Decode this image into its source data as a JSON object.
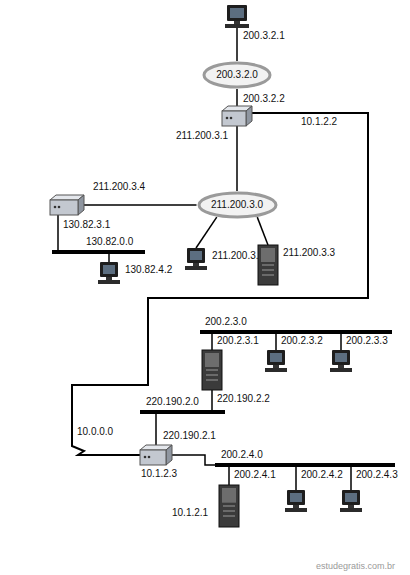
{
  "diagram": {
    "nodes": [
      {
        "text": [
          "200.3.2.1"
        ]
      },
      {
        "text": [
          "200.3.2.0"
        ]
      },
      {
        "text": [
          "200.3.2.2",
          "211.200.3.1",
          "10.1.2.2"
        ]
      },
      {
        "text": [
          "211.200.3.0"
        ]
      },
      {
        "text": [
          "211.200.3.4",
          "130.82.3.1"
        ]
      },
      {
        "text": [
          "130.82.0.0"
        ]
      },
      {
        "text": [
          "130.82.4.2"
        ]
      },
      {
        "text": [
          "211.200.3.2"
        ]
      },
      {
        "text": [
          "211.200.3.3"
        ]
      },
      {
        "text": [
          "200.2.3.0"
        ]
      },
      {
        "text": [
          "200.2.3.1",
          "220.190.2.2"
        ]
      },
      {
        "text": [
          "200.2.3.2"
        ]
      },
      {
        "text": [
          "200.2.3.3"
        ]
      },
      {
        "text": [
          "220.190.2.0"
        ]
      },
      {
        "text": [
          "220.190.2.1",
          "10.1.2.3"
        ]
      },
      {
        "text": [
          "200.2.4.0"
        ]
      },
      {
        "text": [
          "200.2.4.1",
          "10.1.2.1"
        ]
      },
      {
        "text": [
          "200.2.4.2"
        ]
      },
      {
        "text": [
          "200.2.4.3"
        ]
      }
    ],
    "edges": [
      {
        "from": 0,
        "to": 1,
        "arrow": "none"
      },
      {
        "from": 1,
        "to": 2,
        "arrow": "none"
      },
      {
        "from": 2,
        "to": 3,
        "arrow": "none"
      },
      {
        "from": 3,
        "to": 4,
        "arrow": "none"
      },
      {
        "from": 4,
        "to": 5,
        "arrow": "none"
      },
      {
        "from": 5,
        "to": 6,
        "arrow": "none"
      },
      {
        "from": 3,
        "to": 7,
        "arrow": "none"
      },
      {
        "from": 3,
        "to": 8,
        "arrow": "none"
      },
      {
        "from": 2,
        "to": 14,
        "label": "10.0.0.0",
        "arrow": "none"
      },
      {
        "from": 9,
        "to": 10,
        "arrow": "none"
      },
      {
        "from": 9,
        "to": 11,
        "arrow": "none"
      },
      {
        "from": 9,
        "to": 12,
        "arrow": "none"
      },
      {
        "from": 10,
        "to": 13,
        "arrow": "none"
      },
      {
        "from": 13,
        "to": 14,
        "arrow": "none"
      },
      {
        "from": 14,
        "to": 15,
        "arrow": "none"
      },
      {
        "from": 15,
        "to": 16,
        "arrow": "none"
      },
      {
        "from": 15,
        "to": 17,
        "arrow": "none"
      },
      {
        "from": 15,
        "to": 18,
        "arrow": "none"
      }
    ],
    "labels": [
      "estudegratis.com.br"
    ]
  }
}
